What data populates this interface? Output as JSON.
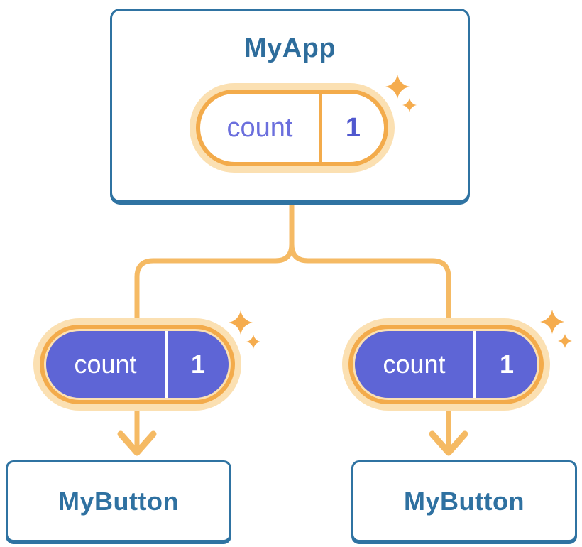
{
  "diagram": {
    "parent": {
      "title": "MyApp",
      "state": {
        "label": "count",
        "value": "1"
      }
    },
    "children": [
      {
        "title": "MyButton",
        "state": {
          "label": "count",
          "value": "1"
        }
      },
      {
        "title": "MyButton",
        "state": {
          "label": "count",
          "value": "1"
        }
      }
    ],
    "icons": [
      "sparkle-icon",
      "arrow-down-icon",
      "tree-connector"
    ],
    "colors": {
      "card_border_blue": "#2F73A2",
      "card_title_blue": "#2E6D9C",
      "child_title_blue": "#2F71A1",
      "pill_purple": "#5E65D6",
      "pill_label_purple": "#6B6FDD",
      "pill_value_purple": "#5058CF",
      "highlight_orange": "#F3AB4B",
      "highlight_glow": "#FBE0B2",
      "connector_orange": "#F5BA64",
      "sparkle_orange": "#F5AC4E",
      "text_white": "#FFFFFF"
    }
  }
}
